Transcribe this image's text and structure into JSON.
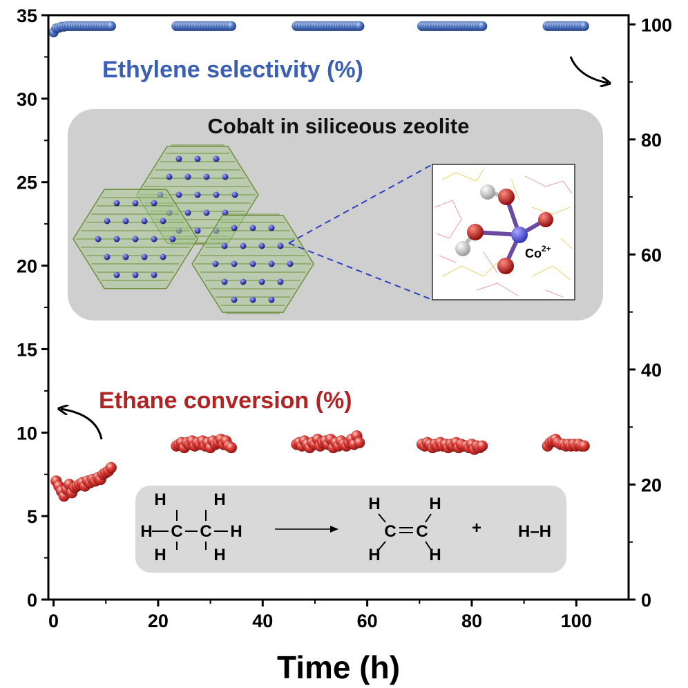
{
  "chart_data": {
    "type": "scatter",
    "xlabel": "Time (h)",
    "xlim": [
      -1,
      110
    ],
    "x_ticks": [
      "0",
      "20",
      "40",
      "60",
      "80",
      "100"
    ],
    "ylim_left": [
      0,
      35
    ],
    "y_left_ticks": [
      "0",
      "5",
      "10",
      "15",
      "20",
      "25",
      "30",
      "35"
    ],
    "ylim_right": [
      0,
      101.6
    ],
    "y_right_ticks": [
      "0",
      "20",
      "40",
      "60",
      "80",
      "100"
    ],
    "series": [
      {
        "name": "Ethylene selectivity (%)",
        "axis": "right",
        "color": "#3f63b8",
        "x": [
          0,
          0.5,
          1,
          1.5,
          2,
          2.5,
          3,
          3.5,
          4,
          4.5,
          5,
          5.5,
          6,
          6.5,
          7,
          7.5,
          8,
          8.5,
          9,
          9.5,
          10,
          10.5,
          11,
          23.5,
          24,
          24.5,
          25,
          25.5,
          26,
          26.5,
          27,
          27.5,
          28,
          28.5,
          29,
          29.5,
          30,
          30.5,
          31,
          31.5,
          32,
          32.5,
          33,
          33.5,
          34,
          46.5,
          47,
          47.5,
          48,
          48.5,
          49,
          49.5,
          50,
          50.5,
          51,
          51.5,
          52,
          52.5,
          53,
          53.5,
          54,
          54.5,
          55,
          55.5,
          56,
          56.5,
          57,
          57.5,
          58,
          58.5,
          70.5,
          71,
          71.5,
          72,
          72.5,
          73,
          73.5,
          74,
          74.5,
          75,
          75.5,
          76,
          76.5,
          77,
          77.5,
          78,
          78.5,
          79,
          79.5,
          80,
          80.5,
          81,
          81.5,
          82,
          94.5,
          95,
          95.5,
          96,
          96.5,
          97,
          97.5,
          98,
          98.5,
          99,
          99.5,
          100,
          100.5,
          101,
          101.5
        ],
        "y": [
          98.6,
          99.3,
          99.4,
          99.6,
          99.6,
          99.7,
          99.7,
          99.7,
          99.7,
          99.7,
          99.7,
          99.7,
          99.7,
          99.7,
          99.7,
          99.7,
          99.7,
          99.7,
          99.7,
          99.7,
          99.7,
          99.7,
          99.7,
          99.7,
          99.7,
          99.7,
          99.7,
          99.7,
          99.7,
          99.7,
          99.7,
          99.7,
          99.7,
          99.7,
          99.7,
          99.7,
          99.7,
          99.7,
          99.7,
          99.7,
          99.7,
          99.7,
          99.7,
          99.7,
          99.7,
          99.7,
          99.7,
          99.7,
          99.7,
          99.7,
          99.7,
          99.7,
          99.7,
          99.7,
          99.7,
          99.7,
          99.7,
          99.7,
          99.7,
          99.7,
          99.7,
          99.7,
          99.7,
          99.7,
          99.7,
          99.7,
          99.7,
          99.7,
          99.7,
          99.7,
          99.7,
          99.7,
          99.7,
          99.7,
          99.7,
          99.7,
          99.7,
          99.7,
          99.7,
          99.7,
          99.7,
          99.7,
          99.7,
          99.7,
          99.7,
          99.7,
          99.7,
          99.7,
          99.7,
          99.7,
          99.7,
          99.7,
          99.7,
          99.7,
          99.7,
          99.7,
          99.7,
          99.7,
          99.7,
          99.7,
          99.7,
          99.7,
          99.7,
          99.7,
          99.7,
          99.7,
          99.7,
          99.7,
          99.7
        ]
      },
      {
        "name": "Ethane conversion (%)",
        "axis": "left",
        "color": "#cf2a2a",
        "x": [
          0.5,
          1,
          1.5,
          2,
          2.5,
          3,
          3.5,
          4,
          4.5,
          5,
          5.5,
          6,
          6.5,
          7,
          7.5,
          8,
          8.5,
          9,
          9.5,
          10,
          10.5,
          11,
          23.5,
          24,
          24.5,
          25,
          25.5,
          26,
          26.5,
          27,
          27.5,
          28,
          28.5,
          29,
          29.5,
          30,
          30.5,
          31,
          31.5,
          32,
          32.5,
          33,
          33.5,
          34,
          46.5,
          47,
          47.5,
          48,
          48.5,
          49,
          49.5,
          50,
          50.5,
          51,
          51.5,
          52,
          52.5,
          53,
          53.5,
          54,
          54.5,
          55,
          55.5,
          56,
          56.5,
          57,
          57.5,
          58,
          58.5,
          70.5,
          71,
          71.5,
          72,
          72.5,
          73,
          73.5,
          74,
          74.5,
          75,
          75.5,
          76,
          76.5,
          77,
          77.5,
          78,
          78.5,
          79,
          79.5,
          80,
          80.5,
          81,
          81.5,
          82,
          94.5,
          95,
          95.5,
          96,
          96.5,
          97,
          97.5,
          98,
          98.5,
          99,
          99.5,
          100,
          100.5,
          101,
          101.5
        ],
        "y": [
          7.1,
          6.8,
          6.5,
          6.2,
          6.6,
          6.9,
          6.4,
          6.7,
          6.8,
          6.9,
          7.0,
          6.8,
          7.1,
          7.0,
          7.2,
          7.1,
          7.3,
          7.2,
          7.5,
          7.6,
          7.7,
          7.9,
          9.2,
          9.3,
          9.4,
          9.1,
          9.4,
          9.3,
          9.5,
          9.2,
          9.4,
          9.3,
          9.5,
          9.2,
          9.4,
          9.1,
          9.5,
          9.3,
          9.4,
          9.6,
          9.3,
          9.5,
          9.2,
          9.1,
          9.3,
          9.4,
          9.2,
          9.5,
          9.3,
          9.1,
          9.4,
          9.3,
          9.6,
          9.2,
          9.4,
          9.5,
          9.3,
          9.6,
          9.1,
          9.4,
          9.2,
          9.5,
          9.3,
          9.2,
          9.4,
          9.6,
          9.3,
          9.8,
          9.4,
          9.3,
          9.2,
          9.4,
          9.3,
          9.1,
          9.3,
          9.2,
          9.4,
          9.2,
          9.3,
          9.1,
          9.3,
          9.2,
          9.4,
          9.1,
          9.3,
          9.2,
          9.2,
          9.1,
          9.3,
          9.0,
          9.2,
          9.1,
          9.2,
          9.2,
          9.4,
          9.5,
          9.6,
          9.4,
          9.3,
          9.3,
          9.2,
          9.3,
          9.2,
          9.3,
          9.2,
          9.3,
          9.2,
          9.2
        ]
      }
    ],
    "annotations": {
      "selectivity_label": "Ethylene selectivity (%)",
      "conversion_label": "Ethane conversion (%)",
      "inset_title": "Cobalt in siliceous zeolite",
      "ion_label": "Co",
      "ion_charge": "2+",
      "reaction": {
        "H": "H",
        "C": "C",
        "plus": "+",
        "hydrogen": "H–H"
      }
    }
  }
}
